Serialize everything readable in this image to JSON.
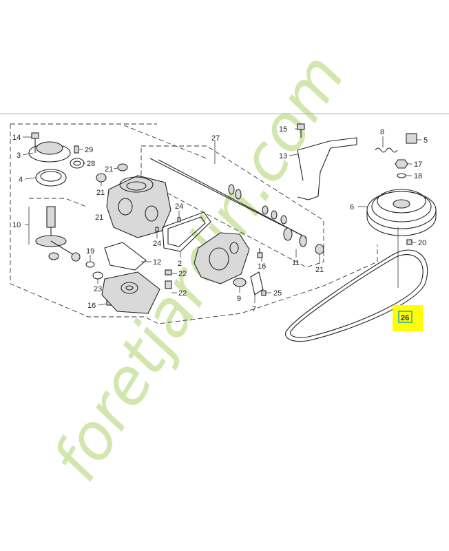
{
  "watermark": {
    "text": "foretjardin.com",
    "colors": {
      "f": "#f7c6a3",
      "orange": "#f4a96a",
      "green": "#b8d98a",
      "gray": "#c8c8c8"
    }
  },
  "highlight": {
    "label": "26",
    "color": "#ffff00"
  },
  "parts": [
    {
      "id": "p14",
      "label": "14"
    },
    {
      "id": "p3",
      "label": "3"
    },
    {
      "id": "p29",
      "label": "29"
    },
    {
      "id": "p28",
      "label": "28"
    },
    {
      "id": "p4",
      "label": "4"
    },
    {
      "id": "p21a",
      "label": "21"
    },
    {
      "id": "p21b",
      "label": "21"
    },
    {
      "id": "p21c",
      "label": "21"
    },
    {
      "id": "p10",
      "label": "10"
    },
    {
      "id": "p19",
      "label": "19"
    },
    {
      "id": "p23",
      "label": "23"
    },
    {
      "id": "p16a",
      "label": "16"
    },
    {
      "id": "p12",
      "label": "12"
    },
    {
      "id": "p24a",
      "label": "24"
    },
    {
      "id": "p24b",
      "label": "24"
    },
    {
      "id": "p2",
      "label": "2"
    },
    {
      "id": "p22a",
      "label": "22"
    },
    {
      "id": "p22b",
      "label": "22"
    },
    {
      "id": "p27",
      "label": "27"
    },
    {
      "id": "p15",
      "label": "15"
    },
    {
      "id": "p13",
      "label": "13"
    },
    {
      "id": "p11",
      "label": "11"
    },
    {
      "id": "p21d",
      "label": "21"
    },
    {
      "id": "p16b",
      "label": "16"
    },
    {
      "id": "p9",
      "label": "9"
    },
    {
      "id": "p7",
      "label": "7"
    },
    {
      "id": "p25",
      "label": "25"
    },
    {
      "id": "p8",
      "label": "8"
    },
    {
      "id": "p5",
      "label": "5"
    },
    {
      "id": "p17",
      "label": "17"
    },
    {
      "id": "p18",
      "label": "18"
    },
    {
      "id": "p6",
      "label": "6"
    },
    {
      "id": "p20",
      "label": "20"
    }
  ]
}
